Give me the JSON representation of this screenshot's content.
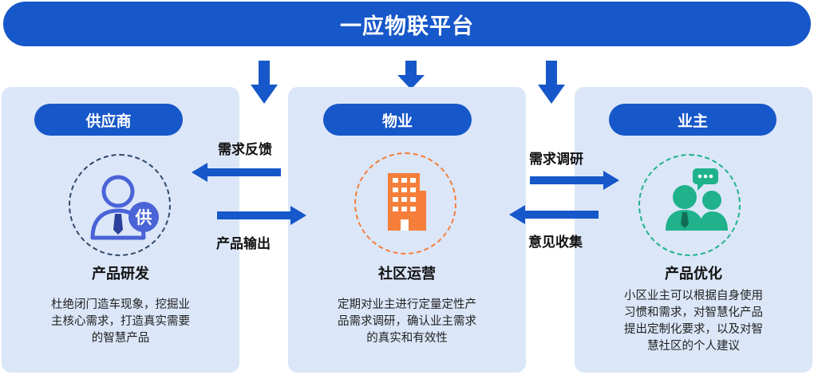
{
  "platform": {
    "title": "一应物联平台"
  },
  "panels": [
    {
      "id": "supplier",
      "tag": "供应商",
      "icon": "person-supplier-icon",
      "badge": "供",
      "title": "产品研发",
      "desc": "杜绝闭门造车现象，挖掘业\n主核心需求，打造真实需要\n的智慧产品"
    },
    {
      "id": "property",
      "tag": "物业",
      "icon": "building-icon",
      "title": "社区运营",
      "desc": "定期对业主进行定量定性产\n品需求调研，确认业主需求\n的真实和有效性"
    },
    {
      "id": "owner",
      "tag": "业主",
      "icon": "people-chat-icon",
      "title": "产品优化",
      "desc": "小区业主可以根据自身使用\n习惯和需求，对智慧化产品\n提出定制化要求，以及对智\n慧社区的个人建议"
    }
  ],
  "flows": {
    "feedback": "需求反馈",
    "output": "产品输出",
    "research": "需求调研",
    "collect": "意见收集"
  },
  "colors": {
    "primary": "#1657c9",
    "panel_bg": "#dbe6f8",
    "supplier_icon": "#4a63d6",
    "property_icon": "#f57e3a",
    "owner_icon": "#1fb28b"
  }
}
